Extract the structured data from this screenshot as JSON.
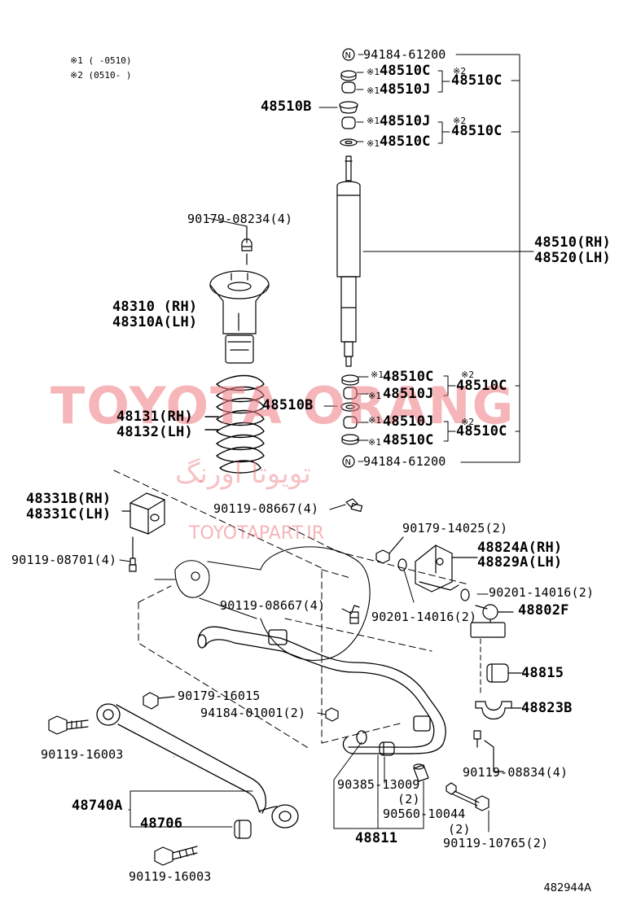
{
  "notes": {
    "n1": "※1 (     -0510)",
    "n2": "※2 (0510-      )"
  },
  "labels": {
    "nut_top": "94184-61200",
    "c_top1": "48510C",
    "j_top1": "48510J",
    "c_grp1": "48510C",
    "b_top": "48510B",
    "j_top2": "48510J",
    "c_top2": "48510C",
    "c_grp2": "48510C",
    "shock_rh": "48510(RH)",
    "shock_lh": "48520(LH)",
    "nut_mount": "90179-08234(4)",
    "mount_rh": "48310  (RH)",
    "mount_lh": "48310A(LH)",
    "c_bot1": "48510C",
    "j_bot1": "48510J",
    "c_grp3": "48510C",
    "b_bot": "48510B",
    "spring_rh": "48131(RH)",
    "spring_lh": "48132(LH)",
    "j_bot2": "48510J",
    "c_bot2": "48510C",
    "c_grp4": "48510C",
    "nut_bottom": "94184-61200",
    "bump_rh": "48331B(RH)",
    "bump_lh": "48331C(LH)",
    "bolt_8667a": "90119-08667(4)",
    "nut_14025": "90179-14025(2)",
    "bracket_rh": "48824A(RH)",
    "bracket_lh": "48829A(LH)",
    "bolt_8701": "90119-08701(4)",
    "washer_14016a": "90201-14016(2)",
    "bolt_8667b": "90119-08667(4)",
    "washer_14016b": "90201-14016(2)",
    "link_48802f": "48802F",
    "bush_48815": "48815",
    "bracket_48823b": "48823B",
    "nut_16015": "90179-16015",
    "nut_01001": "94184-01001(2)",
    "bolt_16003a": "90119-16003",
    "bolt_8834": "90119-08834(4)",
    "bush_13009": "90385-13009",
    "qty_13009": "(2)",
    "rod_48740a": "48740A",
    "bush_48706": "48706",
    "collar_10044": "90560-10044",
    "qty_10044": "(2)",
    "bolt_10765": "90119-10765(2)",
    "stab_48811": "48811",
    "bolt_16003b": "90119-16003"
  },
  "sup": {
    "s1": "※1",
    "s2": "※2"
  },
  "watermark": {
    "brand": "TOYOTA ORANG",
    "persian": "تویوتا اورنگ",
    "site": "TOYOTAPART.IR"
  },
  "ref": "482944A",
  "colors": {
    "watermark": "#ee7880"
  }
}
